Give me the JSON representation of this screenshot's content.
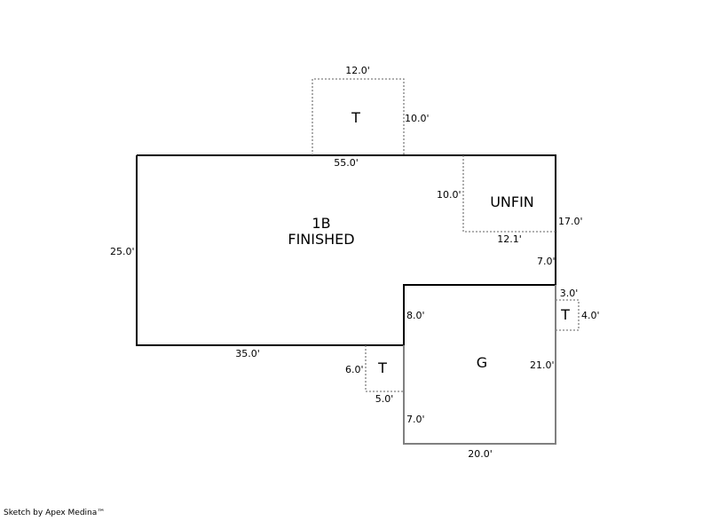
{
  "rooms": {
    "main_name": "1B",
    "main_type": "FINISHED",
    "unfin": "UNFIN",
    "garage": "G",
    "terrace_top": "T",
    "terrace_left": "T",
    "terrace_right": "T"
  },
  "dimensions": {
    "top_terrace_width": "12.0'",
    "top_terrace_depth": "10.0'",
    "main_top": "55.0'",
    "main_left": "25.0'",
    "main_bottom": "35.0'",
    "unfin_left": "10.0'",
    "unfin_bottom": "12.1'",
    "right_upper": "17.0'",
    "right_mid": "7.0'",
    "garage_left_upper": "8.0'",
    "garage_left_lower": "7.0'",
    "garage_right": "21.0'",
    "garage_bottom": "20.0'",
    "left_terrace_height": "6.0'",
    "left_terrace_width": "5.0'",
    "right_terrace_width": "3.0'",
    "right_terrace_height": "4.0'"
  },
  "colors": {
    "wall": "#000000",
    "garage_wall": "#808080",
    "dotted": "#808080"
  },
  "footer": {
    "credit": "Sketch by Apex Medina™"
  }
}
